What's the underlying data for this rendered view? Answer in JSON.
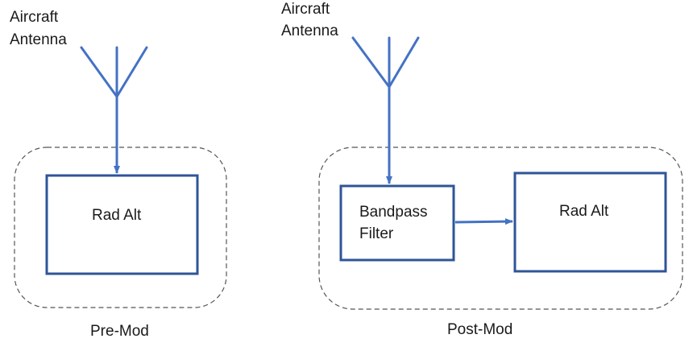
{
  "pre_mod": {
    "antenna_label_line1": "Aircraft",
    "antenna_label_line2": "Antenna",
    "rad_alt_label": "Rad Alt",
    "caption": "Pre-Mod"
  },
  "post_mod": {
    "antenna_label_line1": "Aircraft",
    "antenna_label_line2": "Antenna",
    "filter_label_line1": "Bandpass",
    "filter_label_line2": "Filter",
    "rad_alt_label": "Rad Alt",
    "caption": "Post-Mod"
  },
  "colors": {
    "antenna_line": "#4472C4",
    "box_border": "#2F5597",
    "dashed_border": "#555555",
    "text": "#1a1a1a"
  }
}
